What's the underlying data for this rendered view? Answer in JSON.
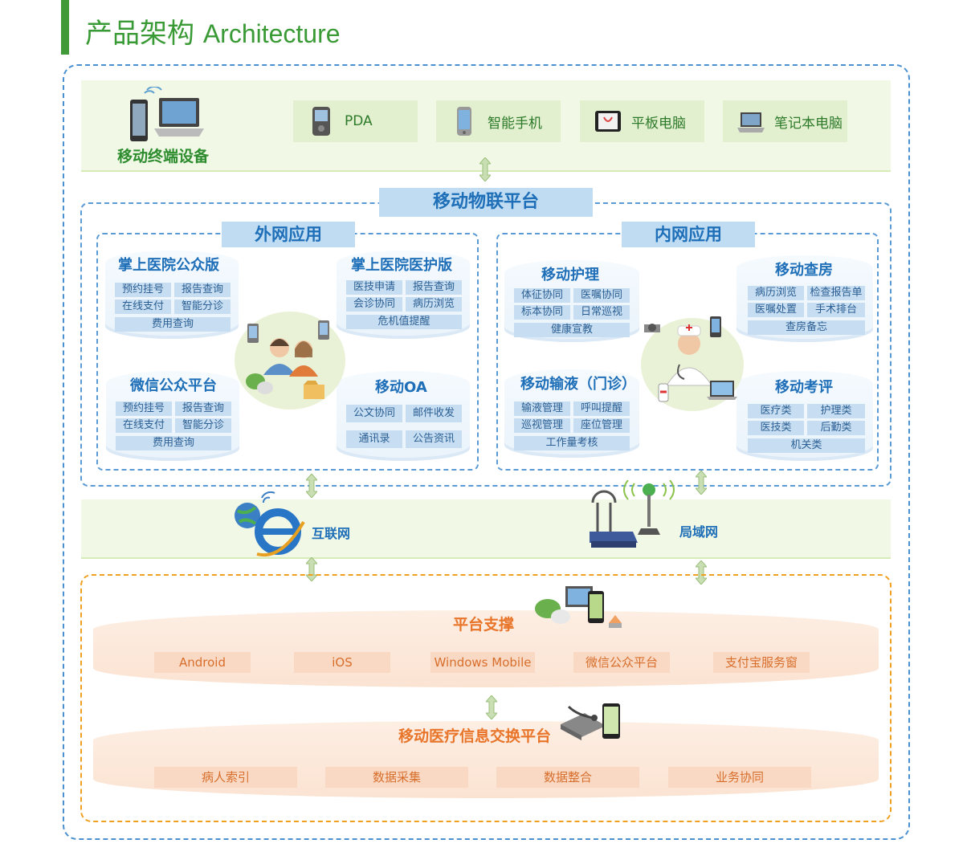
{
  "header": {
    "title_cn": "产品架构",
    "title_en": "Architecture"
  },
  "terminal": {
    "label": "移动终端设备",
    "devices": [
      {
        "label": "PDA",
        "icon": "pda-icon"
      },
      {
        "label": "智能手机",
        "icon": "smartphone-icon"
      },
      {
        "label": "平板电脑",
        "icon": "tablet-icon"
      },
      {
        "label": "笔记本电脑",
        "icon": "laptop-icon"
      }
    ]
  },
  "iot": {
    "title": "移动物联平台",
    "external": {
      "title": "外网应用",
      "modules": [
        {
          "title": "掌上医院公众版",
          "tags": [
            "预约挂号",
            "报告查询",
            "在线支付",
            "智能分诊",
            "费用查询"
          ]
        },
        {
          "title": "掌上医院医护版",
          "tags": [
            "医技申请",
            "报告查询",
            "会诊协同",
            "病历浏览",
            "危机值提醒"
          ]
        },
        {
          "title": "微信公众平台",
          "tags": [
            "预约挂号",
            "报告查询",
            "在线支付",
            "智能分诊",
            "费用查询"
          ]
        },
        {
          "title": "移动OA",
          "tags": [
            "公文协同",
            "邮件收发",
            "通讯录",
            "公告资讯"
          ]
        }
      ]
    },
    "internal": {
      "title": "内网应用",
      "modules": [
        {
          "title": "移动护理",
          "tags": [
            "体征协同",
            "医嘱协同",
            "标本协同",
            "日常巡视",
            "健康宣教"
          ]
        },
        {
          "title": "移动查房",
          "tags": [
            "病历浏览",
            "检查报告单",
            "医嘱处置",
            "手术排台",
            "查房备忘"
          ]
        },
        {
          "title": "移动输液（门诊）",
          "tags": [
            "输液管理",
            "呼叫提醒",
            "巡视管理",
            "座位管理",
            "工作量考核"
          ]
        },
        {
          "title": "移动考评",
          "tags": [
            "医疗类",
            "护理类",
            "医技类",
            "后勤类",
            "机关类"
          ]
        }
      ]
    }
  },
  "network": {
    "internet": "互联网",
    "lan": "局域网"
  },
  "support": {
    "title": "平台支撑",
    "items": [
      "Android",
      "iOS",
      "Windows Mobile",
      "微信公众平台",
      "支付宝服务窗"
    ]
  },
  "exchange": {
    "title": "移动医疗信息交换平台",
    "items": [
      "病人索引",
      "数据采集",
      "数据整合",
      "业务协同"
    ]
  },
  "colors": {
    "green": "#3a9a35",
    "blue": "#1e6fb8",
    "orange": "#e8752a"
  }
}
